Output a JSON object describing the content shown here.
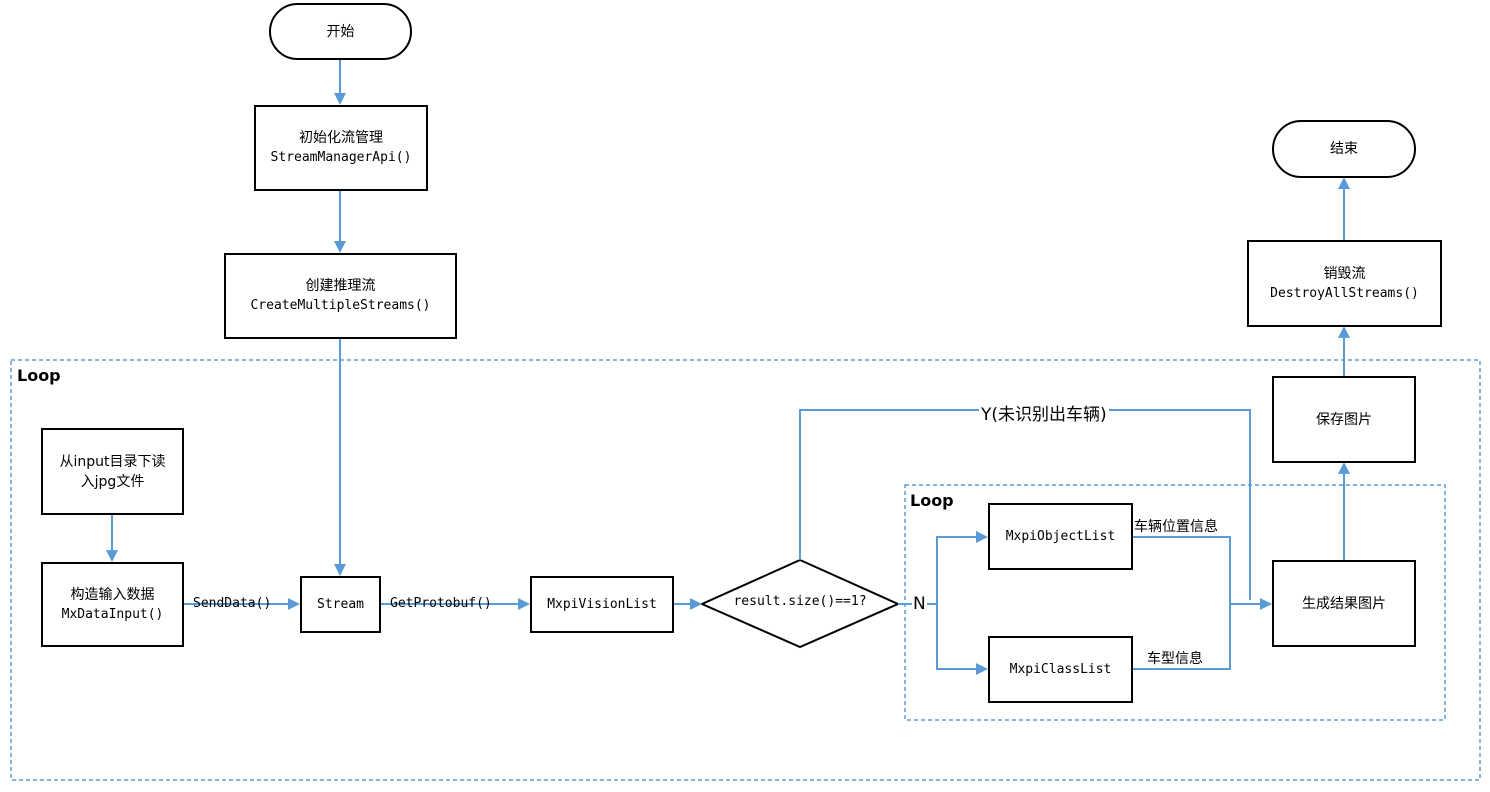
{
  "diagram": {
    "colors": {
      "edge": "#5b9bd5",
      "node_border": "#000000",
      "loop_border": "#5b9bd5"
    },
    "nodes": {
      "start": {
        "label": "开始"
      },
      "init": {
        "label": "初始化流管理",
        "code": "StreamManagerApi()"
      },
      "create": {
        "label": "创建推理流",
        "code": "CreateMultipleStreams()"
      },
      "read": {
        "label_line1": "从input目录下读",
        "label_line2": "入jpg文件"
      },
      "build": {
        "label": "构造输入数据",
        "code": "MxDataInput()"
      },
      "stream": {
        "label": "Stream"
      },
      "vision": {
        "label": "MxpiVisionList"
      },
      "decision": {
        "label": "result.size()==1?"
      },
      "object": {
        "label": "MxpiObjectList"
      },
      "classlist": {
        "label": "MxpiClassList"
      },
      "gen": {
        "label": "生成结果图片"
      },
      "save": {
        "label": "保存图片"
      },
      "destroy": {
        "label": "销毁流",
        "code": "DestroyAllStreams()"
      },
      "end": {
        "label": "结束"
      }
    },
    "loops": {
      "outer": {
        "title": "Loop"
      },
      "inner": {
        "title": "Loop"
      }
    },
    "edge_labels": {
      "send": "SendData()",
      "proto": "GetProtobuf()",
      "yes": "Y(未识别出车辆)",
      "no": "N",
      "position": "车辆位置信息",
      "type": "车型信息"
    }
  }
}
